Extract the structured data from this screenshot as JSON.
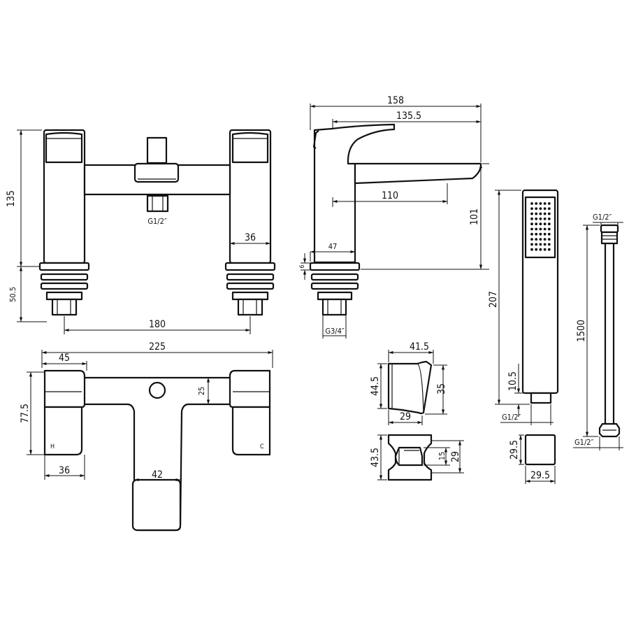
{
  "dims": {
    "front_height": "135",
    "front_lower": "50.5",
    "front_centers": "180",
    "front_handle_width": "36",
    "front_thread": "G1/2″",
    "side_total": "158",
    "side_handle_reach": "135.5",
    "side_spout_reach": "110",
    "side_height": "101",
    "side_deck_depth": "47",
    "side_deck": "6",
    "side_thread": "G3/4″",
    "top_total": "225",
    "top_handle_len": "45",
    "top_depth": "77.5",
    "top_body": "25",
    "top_handle_width": "36",
    "top_spout_width": "42",
    "marker_hot": "H",
    "marker_cold": "C",
    "holder_width": "41.5",
    "holder_height": "44.5",
    "holder_face": "35",
    "holder_base": "29",
    "holder2_height": "43.5",
    "holder2_inner": "15",
    "holder2_outer": "29",
    "handset_length": "207",
    "handset_conn": "10.5",
    "handset_thread": "G1/2″",
    "handset_end_h": "29.5",
    "handset_end_w": "29.5",
    "hose_length": "1500",
    "hose_thread_top": "G1/2″",
    "hose_thread_bottom": "G1/2″"
  }
}
